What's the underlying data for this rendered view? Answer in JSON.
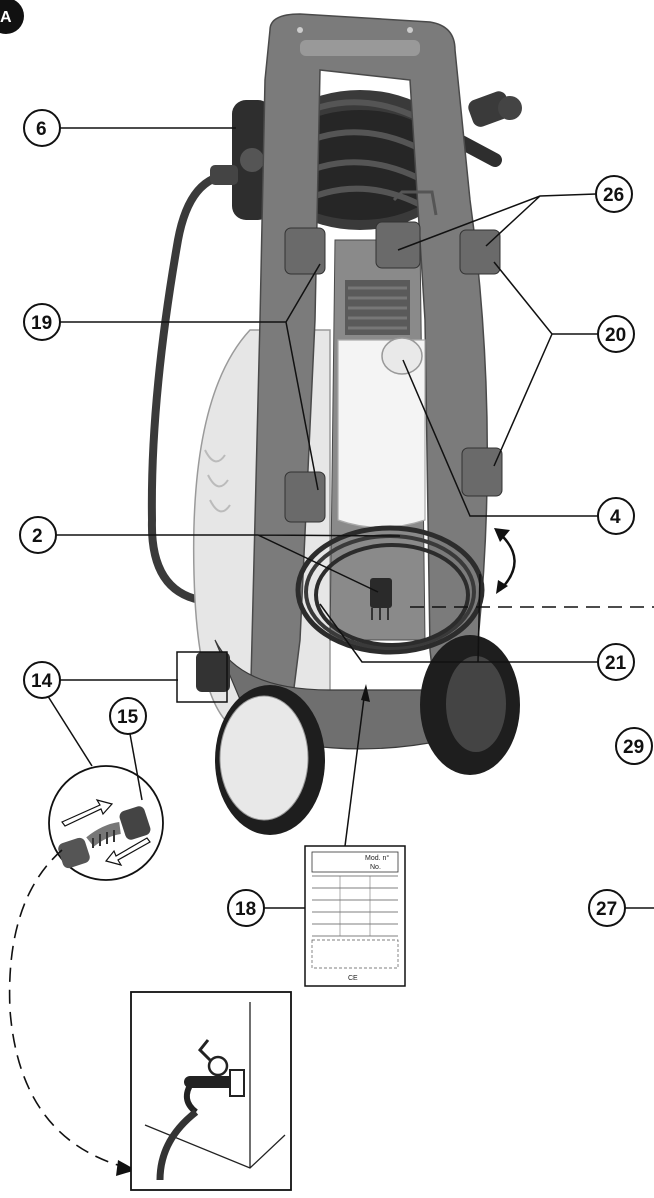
{
  "figure": {
    "letter": "A"
  },
  "callouts": {
    "c6": "6",
    "c26": "26",
    "c19": "19",
    "c20": "20",
    "c2": "2",
    "c4": "4",
    "c21": "21",
    "c14": "14",
    "c15": "15",
    "c29": "29",
    "c18": "18",
    "c27": "27"
  },
  "rating_label": {
    "model_marker": "Mod. n°",
    "number_marker": "No.",
    "ce_mark": "CE"
  },
  "colors": {
    "body_gray": "#7b7b7b",
    "dark_gray": "#4a4a4a",
    "light_shell": "#e6e6e6",
    "tank_white": "#f4f4f4",
    "line": "#111111"
  }
}
